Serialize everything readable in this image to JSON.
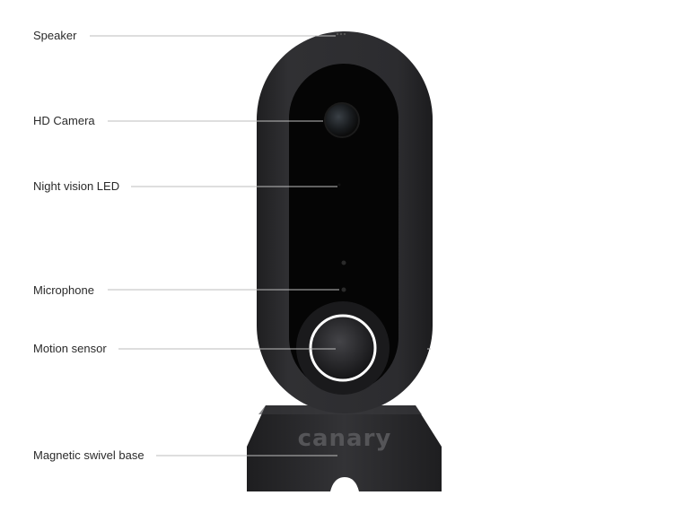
{
  "diagram": {
    "callouts": [
      {
        "id": "speaker",
        "label": "Speaker"
      },
      {
        "id": "hd-camera",
        "label": "HD Camera"
      },
      {
        "id": "night-vision-led",
        "label": "Night vision LED"
      },
      {
        "id": "microphone",
        "label": "Microphone"
      },
      {
        "id": "motion-sensor",
        "label": "Motion sensor"
      },
      {
        "id": "magnetic-swivel-base",
        "label": "Magnetic swivel base"
      }
    ],
    "brand_logo_text": "canary",
    "colors": {
      "body": "#2b2b2d",
      "face": "#050505",
      "base": "#2e2e30",
      "ring": "#ffffff",
      "leader_line": "#bdbdbd",
      "label_text": "#2a2a2a"
    }
  }
}
